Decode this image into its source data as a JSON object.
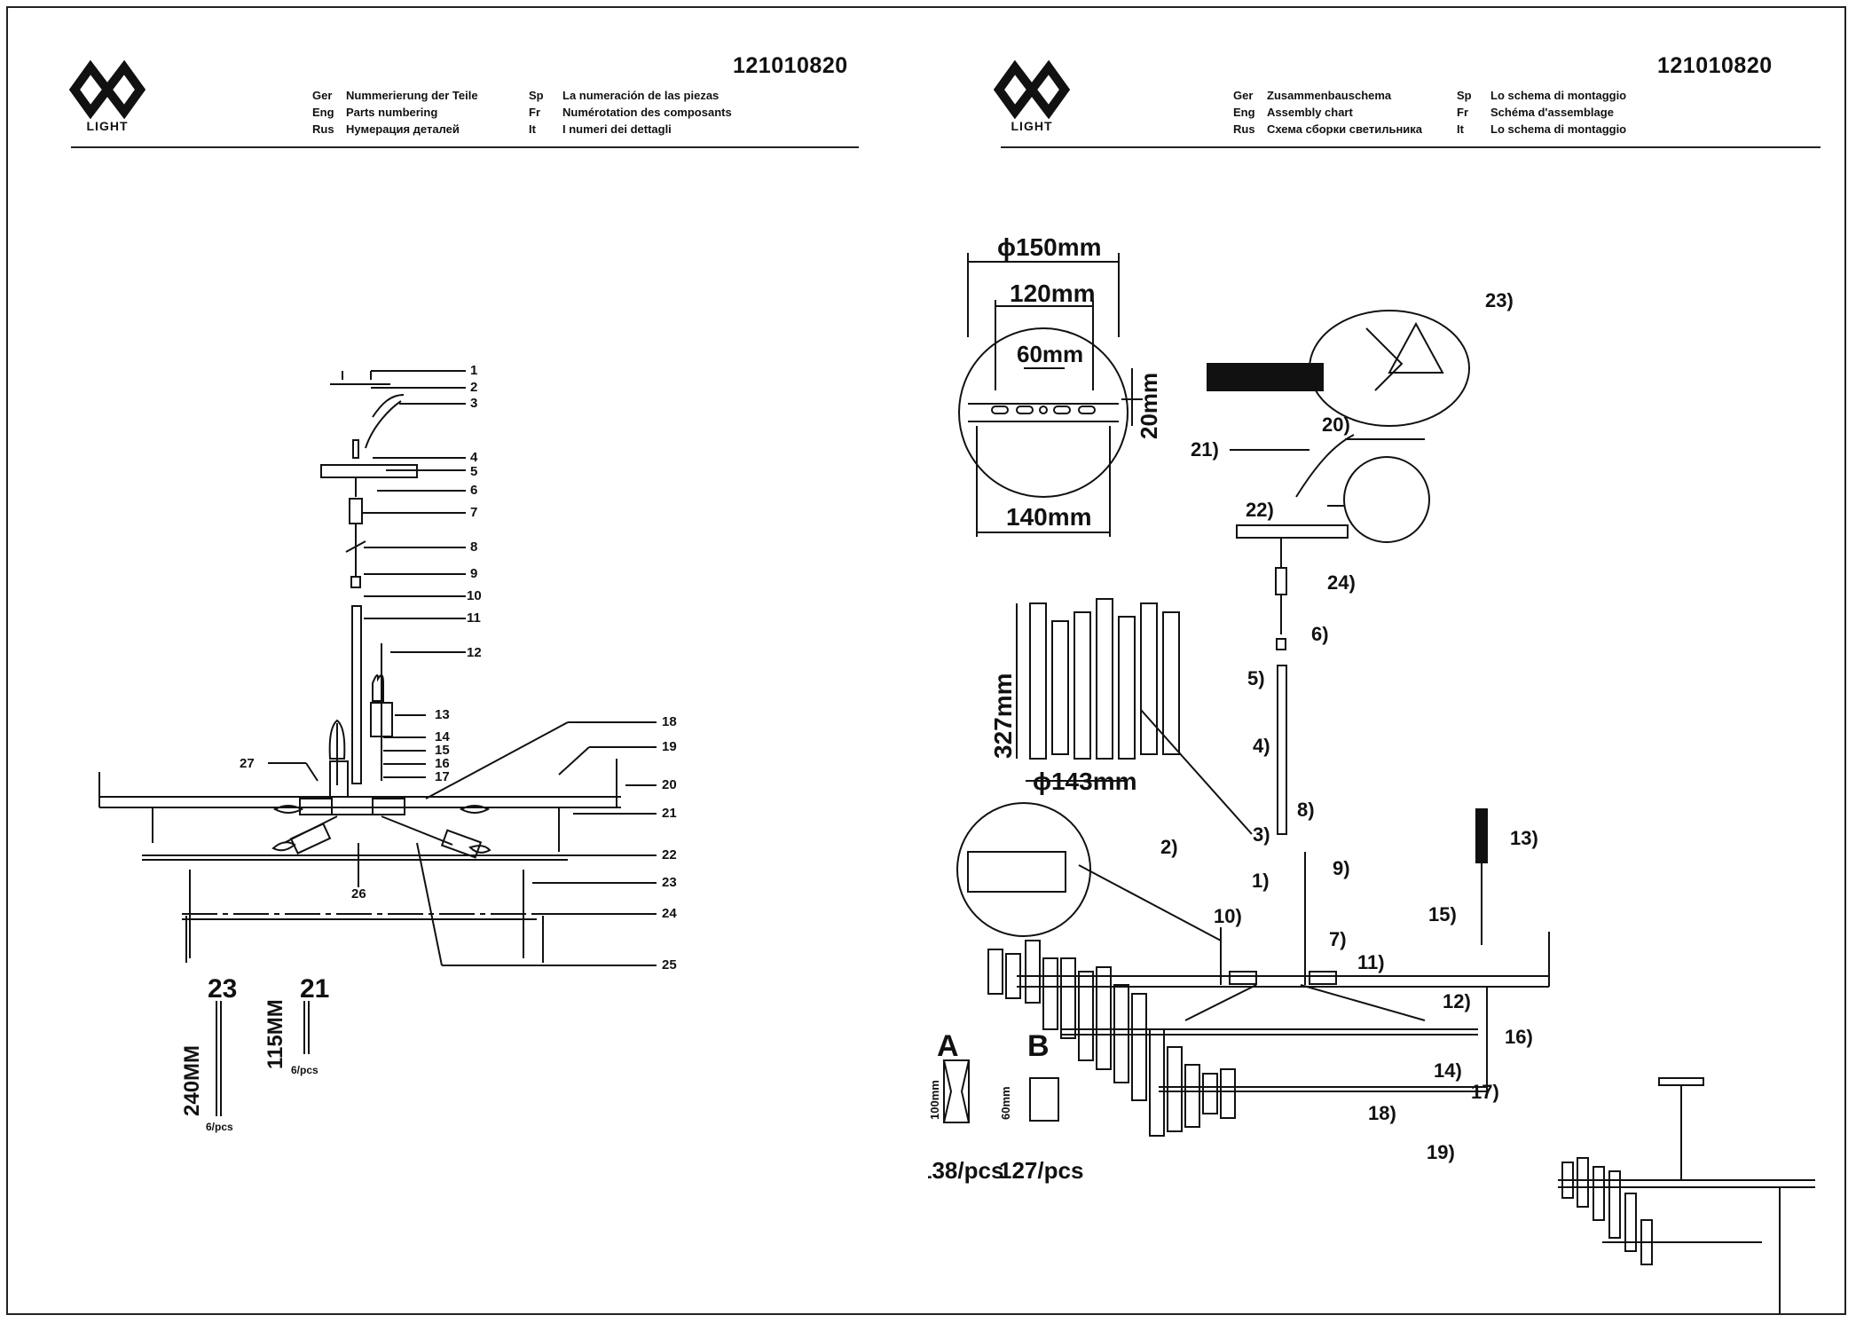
{
  "doc_number": "121010820",
  "logo_text": "LIGHT",
  "left_sheet": {
    "header": {
      "col1": [
        {
          "code": "Ger",
          "text": "Nummerierung der Teile"
        },
        {
          "code": "Eng",
          "text": "Parts numbering"
        },
        {
          "code": "Rus",
          "text": "Нумерация деталей"
        }
      ],
      "col2": [
        {
          "code": "Sp",
          "text": "La numeración de las piezas"
        },
        {
          "code": "Fr",
          "text": "Numérotation des composants"
        },
        {
          "code": "It",
          "text": "I numeri dei dettagli"
        }
      ]
    },
    "callouts": [
      "1",
      "2",
      "3",
      "4",
      "5",
      "6",
      "7",
      "8",
      "9",
      "10",
      "11",
      "12",
      "13",
      "14",
      "15",
      "16",
      "17",
      "18",
      "19",
      "20",
      "21",
      "22",
      "23",
      "24",
      "25",
      "26",
      "27"
    ],
    "rods": [
      {
        "number": "23",
        "length": "240MM",
        "qty": "6/pcs"
      },
      {
        "number": "21",
        "length": "115MM",
        "qty": "6/pcs"
      }
    ]
  },
  "right_sheet": {
    "header": {
      "col1": [
        {
          "code": "Ger",
          "text": "Zusammenbauschema"
        },
        {
          "code": "Eng",
          "text": "Assembly chart"
        },
        {
          "code": "Rus",
          "text": "Схема сборки светильника"
        }
      ],
      "col2": [
        {
          "code": "Sp",
          "text": "Lo schema di montaggio"
        },
        {
          "code": "Fr",
          "text": "Schéma d'assemblage"
        },
        {
          "code": "It",
          "text": "Lo schema di montaggio"
        }
      ]
    },
    "plate_dims": {
      "outer": "ϕ150mm",
      "holes_outer": "120mm",
      "holes_inner": "60mm",
      "bar_length": "140mm",
      "height": "20mm"
    },
    "crystal_panel": {
      "height": "327mm",
      "diameter": "ϕ143mm"
    },
    "steps": [
      "1)",
      "2)",
      "3)",
      "4)",
      "5)",
      "6)",
      "7)",
      "8)",
      "9)",
      "10)",
      "11)",
      "12)",
      "13)",
      "14)",
      "15)",
      "16)",
      "17)",
      "18)",
      "19)",
      "20)",
      "21)",
      "22)",
      "23)",
      "24)"
    ],
    "crystals": [
      {
        "label": "A",
        "size": "100mm",
        "qty": "138/pcs"
      },
      {
        "label": "B",
        "size": "60mm",
        "qty": "127/pcs"
      }
    ]
  }
}
